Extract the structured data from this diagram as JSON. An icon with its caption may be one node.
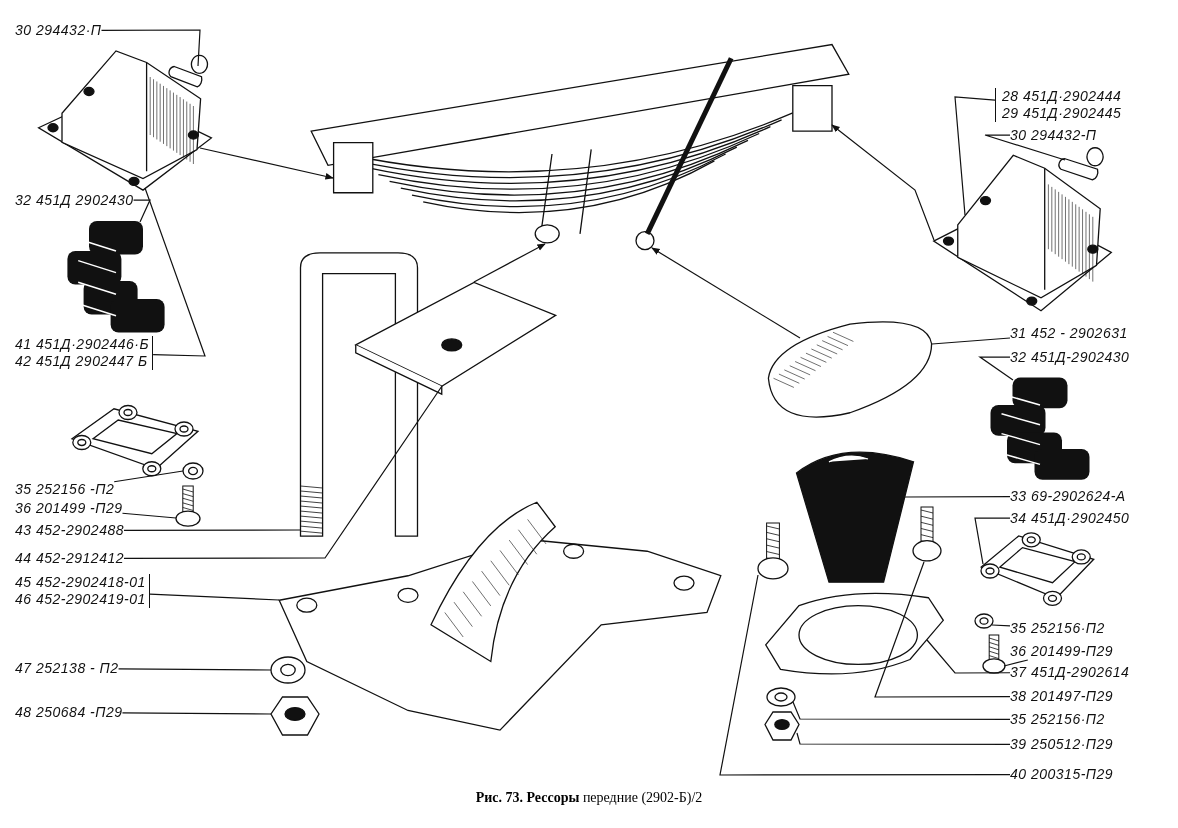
{
  "diagram": {
    "caption": "**Рис. 73. Рессоры** передние (2902-Б)/2",
    "nodes": [
      {
        "text": [
          "30 294432·П"
        ]
      },
      {
        "text": [
          "32 451Д 2902430"
        ]
      },
      {
        "text": [
          "41 451Д·2902446·Б",
          "42 451Д 2902447 Б"
        ]
      },
      {
        "text": [
          "35 252156 -П2"
        ]
      },
      {
        "text": [
          "36 201499 -П29"
        ]
      },
      {
        "text": [
          "43 452-2902488"
        ]
      },
      {
        "text": [
          "44 452-2912412"
        ]
      },
      {
        "text": [
          "45 452-2902418-01",
          "46 452-2902419-01"
        ]
      },
      {
        "text": [
          "47 252138 - П2"
        ]
      },
      {
        "text": [
          "48 250684 -П29"
        ]
      },
      {
        "text": [
          "28 451Д·2902444",
          "29 451Д·2902445"
        ]
      },
      {
        "text": [
          "30 294432-П"
        ]
      },
      {
        "text": [
          "31 452 - 2902631"
        ]
      },
      {
        "text": [
          "32 451Д-2902430"
        ]
      },
      {
        "text": [
          "33 69-2902624-А"
        ]
      },
      {
        "text": [
          "34 451Д·2902450"
        ]
      },
      {
        "text": [
          "35 252156·П2"
        ]
      },
      {
        "text": [
          "36 201499-П29"
        ]
      },
      {
        "text": [
          "37 451Д-2902614"
        ]
      },
      {
        "text": [
          "38 201497-П29"
        ]
      },
      {
        "text": [
          "35 252156·П2"
        ]
      },
      {
        "text": [
          "39 250512·П29"
        ]
      },
      {
        "text": [
          "40 200315-П29"
        ]
      },
      {
        "text": [],
        "shape": "picture"
      },
      {
        "text": [],
        "shape": "picture"
      },
      {
        "text": [],
        "shape": "picture"
      },
      {
        "text": [],
        "shape": "picture"
      },
      {
        "text": [],
        "shape": "picture"
      },
      {
        "text": [],
        "shape": "picture"
      },
      {
        "text": [],
        "shape": "picture"
      },
      {
        "text": [],
        "shape": "picture"
      },
      {
        "text": [],
        "shape": "picture"
      },
      {
        "text": [],
        "shape": "picture"
      },
      {
        "text": [],
        "shape": "picture"
      },
      {
        "text": [],
        "shape": "picture"
      },
      {
        "text": [],
        "shape": "picture"
      },
      {
        "text": [],
        "shape": "picture"
      },
      {
        "text": [],
        "shape": "picture"
      },
      {
        "text": [],
        "shape": "picture"
      },
      {
        "text": [],
        "shape": "picture"
      },
      {
        "text": [],
        "shape": "picture"
      },
      {
        "text": [],
        "shape": "picture"
      },
      {
        "text": [],
        "shape": "picture"
      },
      {
        "text": [],
        "shape": "picture"
      },
      {
        "text": [],
        "shape": "picture"
      },
      {
        "text": [],
        "shape": "picture"
      },
      {
        "text": [],
        "shape": "picture"
      }
    ],
    "edges": [
      {
        "from": 0,
        "to": 24,
        "arrow": "none"
      },
      {
        "from": 1,
        "to": 26,
        "arrow": "none"
      },
      {
        "from": 2,
        "to": 25,
        "arrow": "none"
      },
      {
        "from": 3,
        "to": 27,
        "arrow": "none"
      },
      {
        "from": 4,
        "to": 28,
        "arrow": "none"
      },
      {
        "from": 5,
        "to": 29,
        "arrow": "none"
      },
      {
        "from": 6,
        "to": 30,
        "arrow": "none"
      },
      {
        "from": 7,
        "to": 31,
        "arrow": "none"
      },
      {
        "from": 8,
        "to": 32,
        "arrow": "none"
      },
      {
        "from": 9,
        "to": 33,
        "arrow": "none"
      },
      {
        "from": 10,
        "to": 35,
        "arrow": "none"
      },
      {
        "from": 11,
        "to": 34,
        "arrow": "none"
      },
      {
        "from": 12,
        "to": 36,
        "arrow": "none"
      },
      {
        "from": 13,
        "to": 37,
        "arrow": "none"
      },
      {
        "from": 14,
        "to": 38,
        "arrow": "none"
      },
      {
        "from": 15,
        "to": 42,
        "arrow": "none"
      },
      {
        "from": 16,
        "to": 43,
        "arrow": "none"
      },
      {
        "from": 17,
        "to": 44,
        "arrow": "none"
      },
      {
        "from": 18,
        "to": 39,
        "arrow": "none"
      },
      {
        "from": 19,
        "to": 40,
        "arrow": "none"
      },
      {
        "from": 20,
        "to": 45,
        "arrow": "none"
      },
      {
        "from": 21,
        "to": 46,
        "arrow": "none"
      },
      {
        "from": 22,
        "to": 41,
        "arrow": "none"
      },
      {
        "from": 25,
        "to": 23,
        "arrow": "to"
      },
      {
        "from": 35,
        "to": 23,
        "arrow": "to"
      },
      {
        "from": 30,
        "to": 23,
        "arrow": "to"
      },
      {
        "from": 36,
        "to": 23,
        "arrow": "to"
      }
    ]
  }
}
